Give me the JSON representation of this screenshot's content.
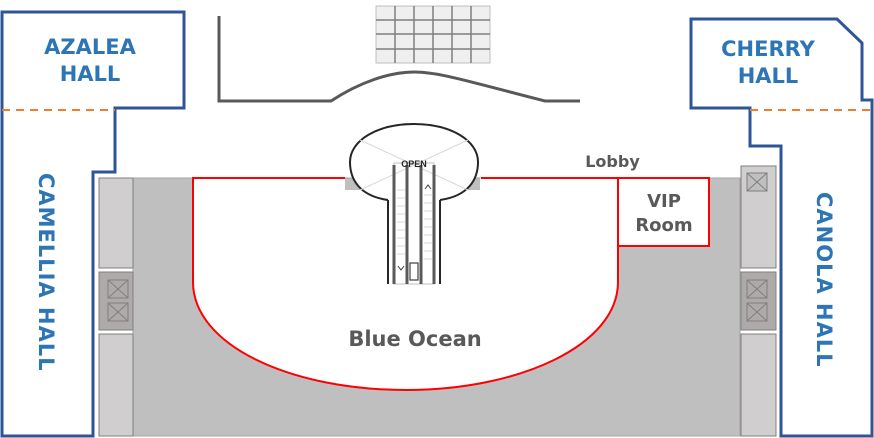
{
  "map_title": "Floor plan",
  "halls": {
    "azalea": {
      "line1": "AZALEA",
      "line2": "HALL"
    },
    "cherry": {
      "line1": "CHERRY",
      "line2": "HALL"
    },
    "camellia": {
      "label": "CAMELLIA  HALL"
    },
    "canola": {
      "label": "CANOLA HALL"
    }
  },
  "areas": {
    "lobby": "Lobby",
    "vip_room": {
      "line1": "VIP",
      "line2": "Room"
    },
    "blue_ocean": "Blue Ocean",
    "escalator_sign": "OPEN"
  },
  "colors": {
    "hall_border": "#2f5597",
    "hall_text": "#2e75b6",
    "divider_dash": "#ed7d31",
    "highlight_red": "#ff0000",
    "floor_gray": "#bfbfbf",
    "column_gray": "#d0cece",
    "elevator_gray": "#aeaaaa",
    "wall_dark": "#595959"
  }
}
